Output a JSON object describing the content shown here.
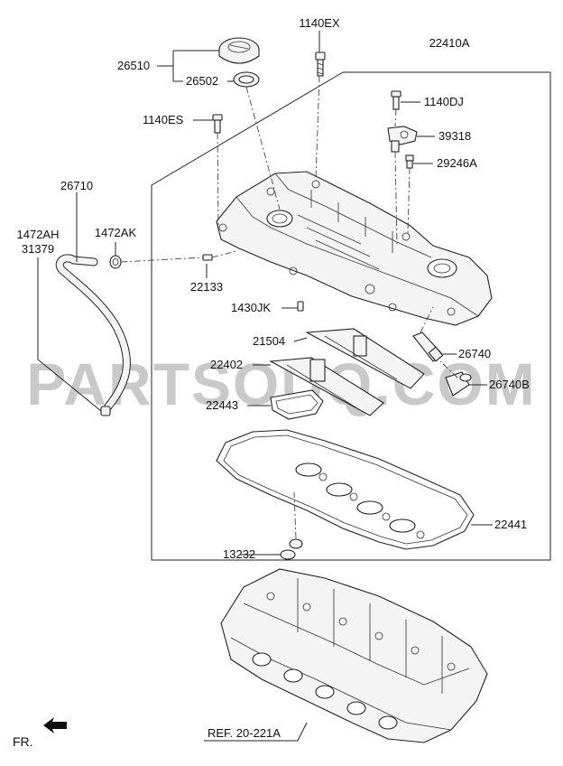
{
  "watermark": "PARTSOUQ.COM",
  "orientation": {
    "label": "FR."
  },
  "reference": {
    "label": "REF. 20-221A"
  },
  "part_labels": [
    {
      "id": "1140EX",
      "text": "1140EX"
    },
    {
      "id": "22410A",
      "text": "22410A"
    },
    {
      "id": "26510",
      "text": "26510"
    },
    {
      "id": "26502",
      "text": "26502"
    },
    {
      "id": "1140DJ",
      "text": "1140DJ"
    },
    {
      "id": "1140ES",
      "text": "1140ES"
    },
    {
      "id": "39318",
      "text": "39318"
    },
    {
      "id": "29246A",
      "text": "29246A"
    },
    {
      "id": "26710",
      "text": "26710"
    },
    {
      "id": "1472AH",
      "text": "1472AH"
    },
    {
      "id": "31379",
      "text": "31379"
    },
    {
      "id": "1472AK",
      "text": "1472AK"
    },
    {
      "id": "22133",
      "text": "22133"
    },
    {
      "id": "1430JK",
      "text": "1430JK"
    },
    {
      "id": "21504",
      "text": "21504"
    },
    {
      "id": "26740",
      "text": "26740"
    },
    {
      "id": "22402",
      "text": "22402"
    },
    {
      "id": "26740B",
      "text": "26740B"
    },
    {
      "id": "22443",
      "text": "22443"
    },
    {
      "id": "22441",
      "text": "22441"
    },
    {
      "id": "13232",
      "text": "13232"
    }
  ]
}
